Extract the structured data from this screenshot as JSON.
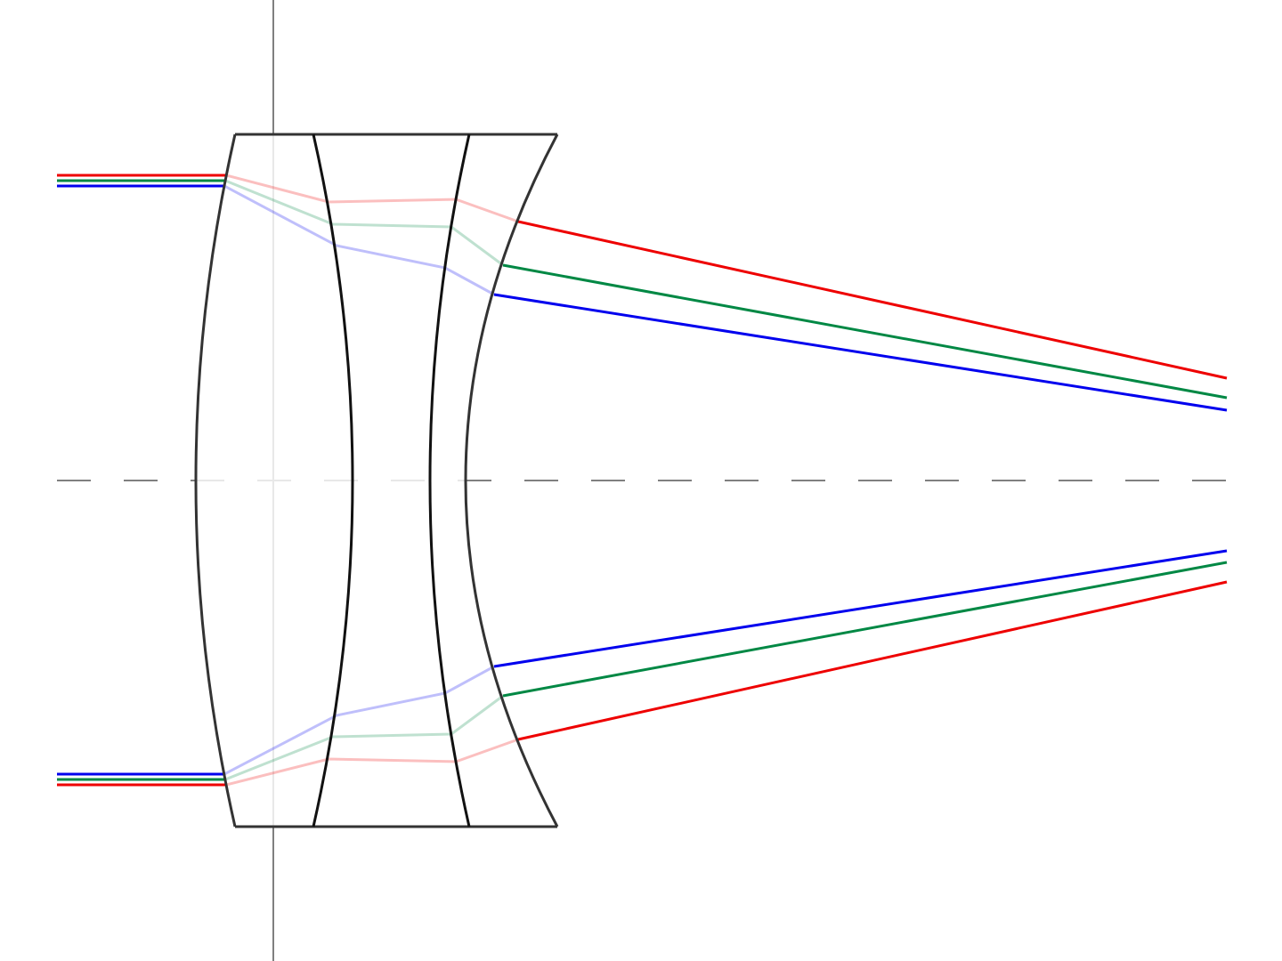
{
  "diagram": {
    "kind": "optical-ray-trace",
    "lens_elements": 3,
    "colors": {
      "lens_outline": "#333333",
      "cement_surface": "#111111",
      "optical_axis": "#808080",
      "stop_line": "#808080",
      "ray_red": "#ee0000",
      "ray_green": "#008844",
      "ray_blue": "#0000ee"
    },
    "rays": [
      {
        "name": "red",
        "color": "#ee0000"
      },
      {
        "name": "green",
        "color": "#008844"
      },
      {
        "name": "blue",
        "color": "#0000ee"
      }
    ]
  }
}
